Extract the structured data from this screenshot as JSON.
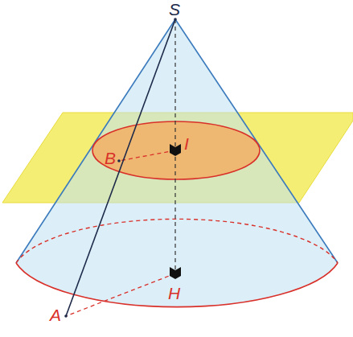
{
  "diagram": {
    "labels": [
      "S",
      "B",
      "I",
      "A",
      "H"
    ]
  }
}
